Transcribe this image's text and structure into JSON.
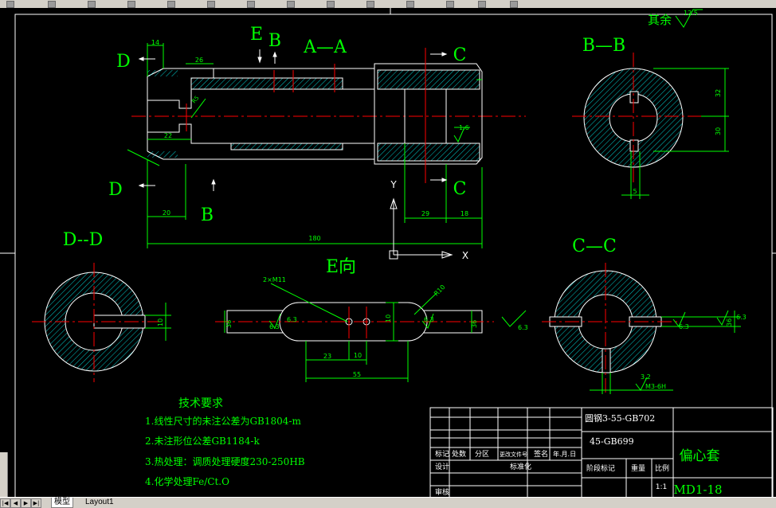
{
  "toolbar": {
    "icons": [
      "toolbar-icon",
      "toolbar-icon",
      "toolbar-icon",
      "toolbar-icon",
      "toolbar-icon",
      "toolbar-icon",
      "toolbar-icon",
      "toolbar-icon",
      "toolbar-icon",
      "toolbar-icon",
      "toolbar-icon",
      "toolbar-icon",
      "toolbar-icon",
      "toolbar-icon",
      "toolbar-icon",
      "toolbar-icon"
    ]
  },
  "drawing": {
    "views": {
      "aa": "A—A",
      "bb": "B—B",
      "cc": "C—C",
      "dd": "D--D",
      "e_view": "E向"
    },
    "section_letters": {
      "d": "D",
      "e": "E",
      "b": "B",
      "c": "C"
    },
    "surface_finish_note": "其余",
    "surface_values": {
      "v125": "12.5",
      "v63": "6.3",
      "v16": "1.6",
      "v32": "3.2"
    },
    "dims": {
      "d14": "14",
      "d26": "26",
      "d22": "22",
      "d20": "20",
      "d180": "180",
      "d29": "29",
      "d18": "18",
      "r5": "R5",
      "d32": "32",
      "d30": "30",
      "d5": "5",
      "d2xm11": "2×M11",
      "d23": "23",
      "d10": "10",
      "d55": "55",
      "r10": "R10",
      "d36": "36",
      "m3": "M3-6H"
    },
    "ucs": {
      "x": "X",
      "y": "Y"
    }
  },
  "tech_requirements": {
    "title": "技术要求",
    "items": [
      "1.线性尺寸的未注公差为GB1804-m",
      "2.未注形位公差GB1184-k",
      "3.热处理：调质处理硬度230-250HB",
      "4.化学处理Fe/Ct.O"
    ]
  },
  "title_block": {
    "material1": "圆钢3-55-GB702",
    "material2": "45-GB699",
    "part_name": "偏心套",
    "drawing_no": "MD1-18",
    "scale": "1:1",
    "headers": [
      "标记",
      "处数",
      "分区",
      "更改文件号",
      "签名",
      "年.月.日"
    ],
    "row_design": "设计",
    "row_std": "标准化",
    "row_review": "审核",
    "stage_label": "阶段标记",
    "weight_label": "重量",
    "scale_label": "比例"
  },
  "status": {
    "nav": [
      "|◀",
      "◀",
      "▶",
      "▶|"
    ],
    "tabs": {
      "model": "模型",
      "layout1": "Layout1"
    }
  }
}
